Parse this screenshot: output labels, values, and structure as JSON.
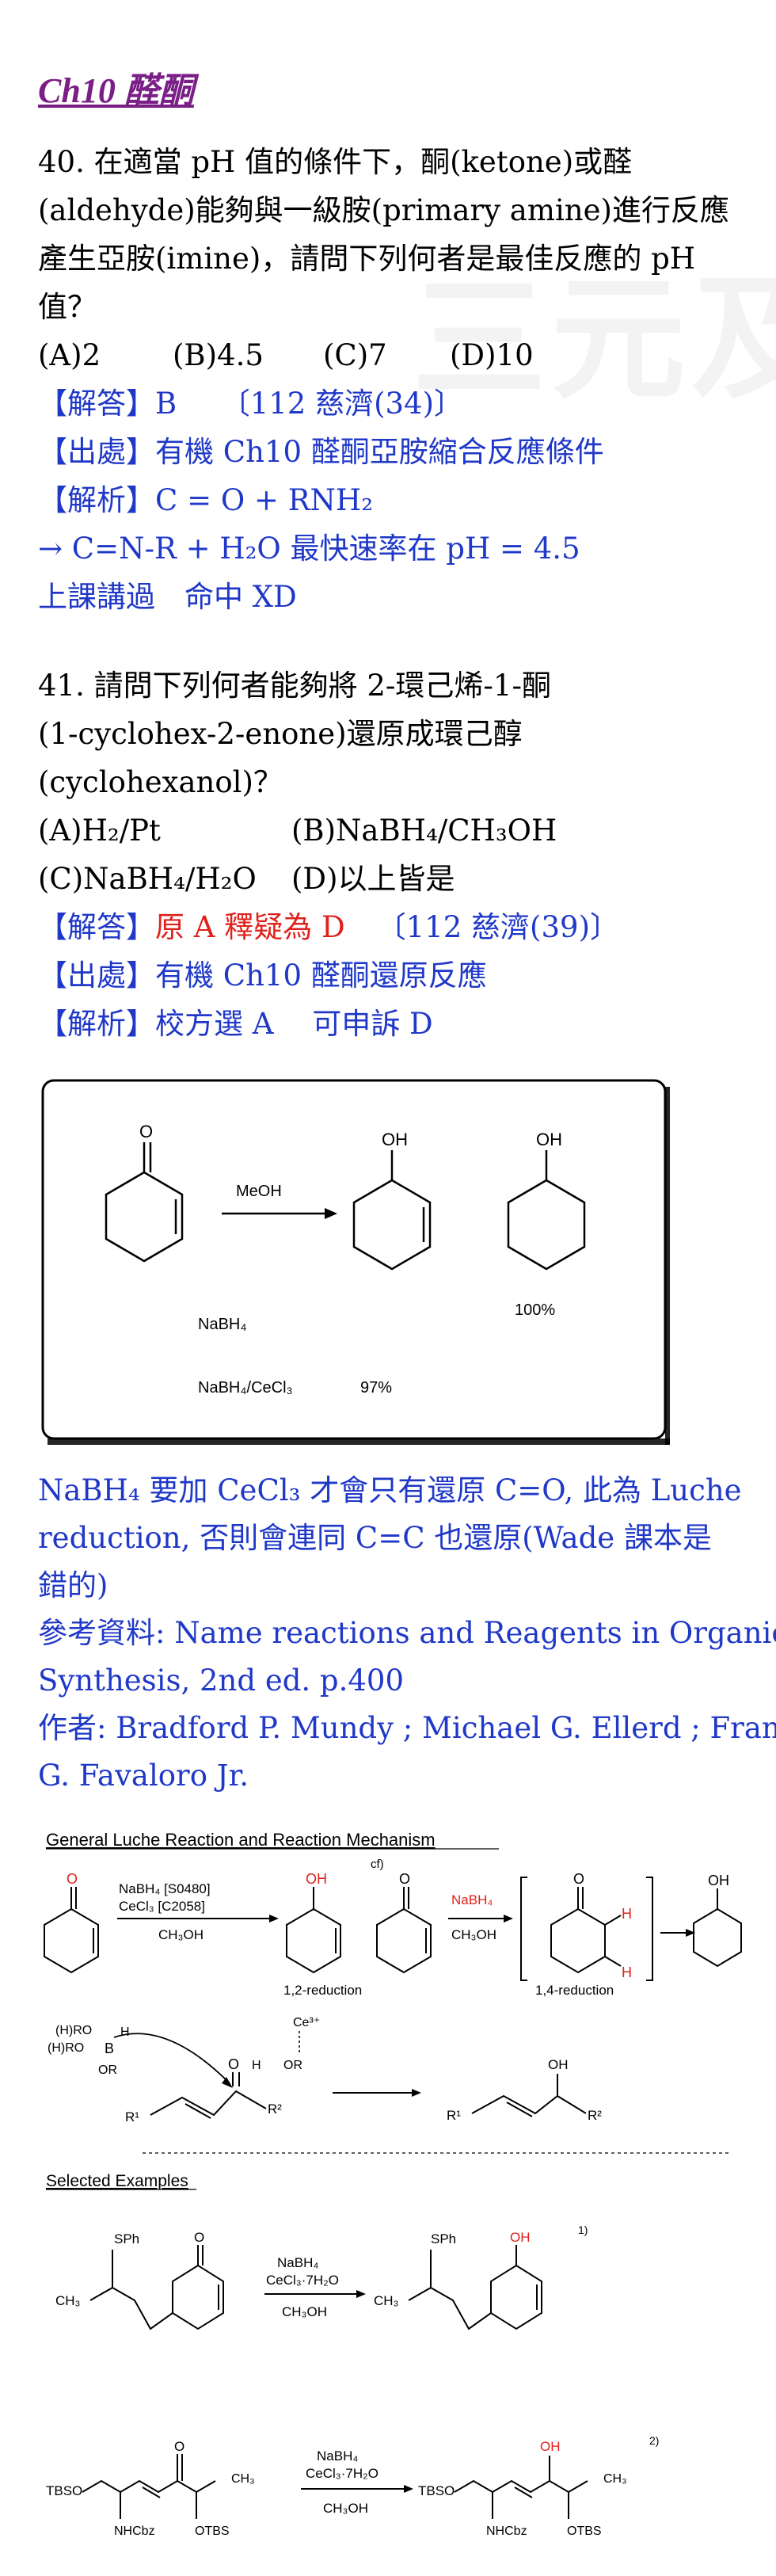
{
  "watermark": "三元及第",
  "chapter_title": "Ch10 醛酮",
  "q40": {
    "stem": [
      "40. 在適當 pH 值的條件下，酮(ketone)或醛",
      "(aldehyde)能夠與一級胺(primary amine)進行反應",
      "產生亞胺(imine)，請問下列何者是最佳反應的 pH",
      "值？"
    ],
    "options": [
      "(A)2",
      "(B)4.5",
      "(C)7",
      "(D)10"
    ],
    "answer": "【解答】B　　〔112 慈濟(34)〕",
    "source": "【出處】有機 Ch10 醛酮亞胺縮合反應條件",
    "analysis": "【解析】C = O + RNH₂",
    "analysis2": "→ C=N-R + H₂O 最快速率在 pH = 4.5",
    "note": "上課講過　命中 XD"
  },
  "q41": {
    "stem": [
      "41. 請問下列何者能夠將 2-環己烯-1-酮",
      "(1-cyclohex-2-enone)還原成環己醇",
      "(cyclohexanol)？"
    ],
    "options_row1": [
      "(A)H₂/Pt",
      "(B)NaBH₄/CH₃OH"
    ],
    "options_row2": [
      "(C)NaBH₄/H₂O",
      "(D)以上皆是"
    ],
    "answer_label": "【解答】",
    "answer_text": "原 A 釋疑為 D",
    "answer_ref": "〔112 慈濟(39)〕",
    "source": "【出處】有機 Ch10 醛酮還原反應",
    "analysis": "【解析】校方選 A　 可申訴 D"
  },
  "box": {
    "reagent": "MeOH",
    "label_nabh4": "NaBH₄",
    "label_luche": "NaBH₄/CeCl₃",
    "yield_luche": "97%",
    "yield_full": "100%",
    "atom_o": "O",
    "atom_oh": "OH"
  },
  "explain": {
    "lines": [
      "NaBH₄ 要加 CeCl₃ 才會只有還原 C=O, 此為 Luche",
      "reduction, 否則會連同 C=C 也還原(Wade 課本是",
      "錯的)",
      "參考資料: Name reactions and Reagents in Organic",
      "Synthesis, 2nd ed. p.400",
      "作者: Bradford P. Mundy ; Michael G. Ellerd ; Frank",
      "G. Favaloro Jr."
    ]
  },
  "mech": {
    "title": "General Luche Reaction and Reaction Mechanism",
    "reagent1": "NaBH₄ [S0480]",
    "reagent2": "CeCl₃ [C2058]",
    "solvent": "CH₃OH",
    "label_12": "1,2-reduction",
    "label_14": "1,4-reduction",
    "cf": "cf)",
    "nabh4": "NaBH₄",
    "h": "H",
    "ce": "Ce³⁺",
    "ho_label": "(H)RO",
    "b": "B",
    "or": "OR",
    "o": "O",
    "r1": "R¹",
    "r2": "R²",
    "oh": "OH",
    "selected": "Selected Examples",
    "ex_reagent_a": "NaBH₄",
    "ex_reagent_b": "CeCl₃·7H₂O",
    "ex_solvent": "CH₃OH",
    "sph": "SPh",
    "ch3": "CH₃",
    "tbso": "TBSO",
    "nhcbz": "NHCbz",
    "otbs": "OTBS",
    "ref1": "1)",
    "ref2": "2)"
  }
}
